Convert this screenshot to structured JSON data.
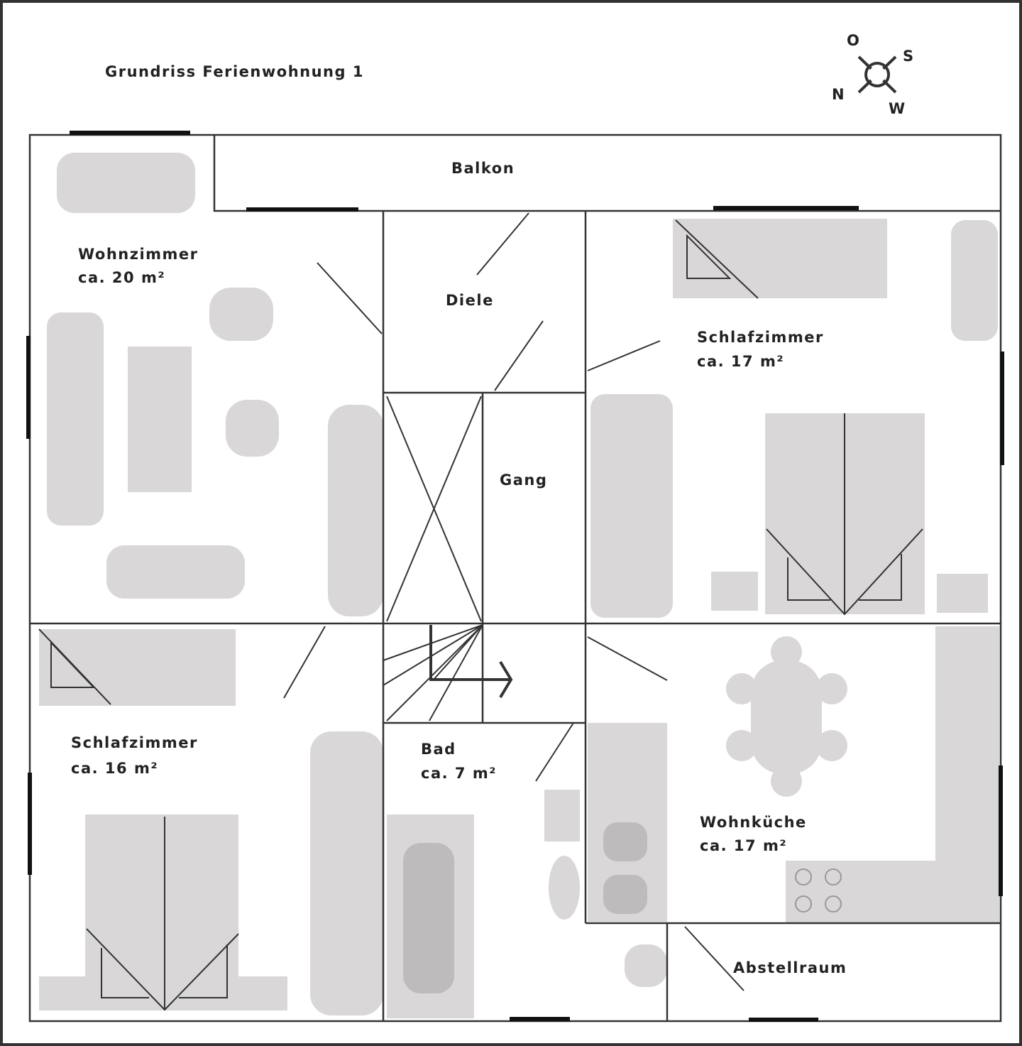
{
  "title": "Grundriss Ferienwohnung 1",
  "compass": {
    "n": "N",
    "o": "O",
    "s": "S",
    "w": "W"
  },
  "rooms": {
    "balkon": {
      "name": "Balkon"
    },
    "wohnzimmer": {
      "name": "Wohnzimmer",
      "area": "ca. 20 m²"
    },
    "diele": {
      "name": "Diele"
    },
    "schlafzimmer1": {
      "name": "Schlafzimmer",
      "area": "ca. 17 m²"
    },
    "gang": {
      "name": "Gang"
    },
    "schlafzimmer2": {
      "name": "Schlafzimmer",
      "area": "ca. 16 m²"
    },
    "bad": {
      "name": "Bad",
      "area": "ca. 7 m²"
    },
    "wohnkueche": {
      "name": "Wohnküche",
      "area": "ca. 17 m²"
    },
    "abstellraum": {
      "name": "Abstellraum"
    }
  },
  "colors": {
    "wall": "#333333",
    "furniture": "#d9d7d7"
  }
}
